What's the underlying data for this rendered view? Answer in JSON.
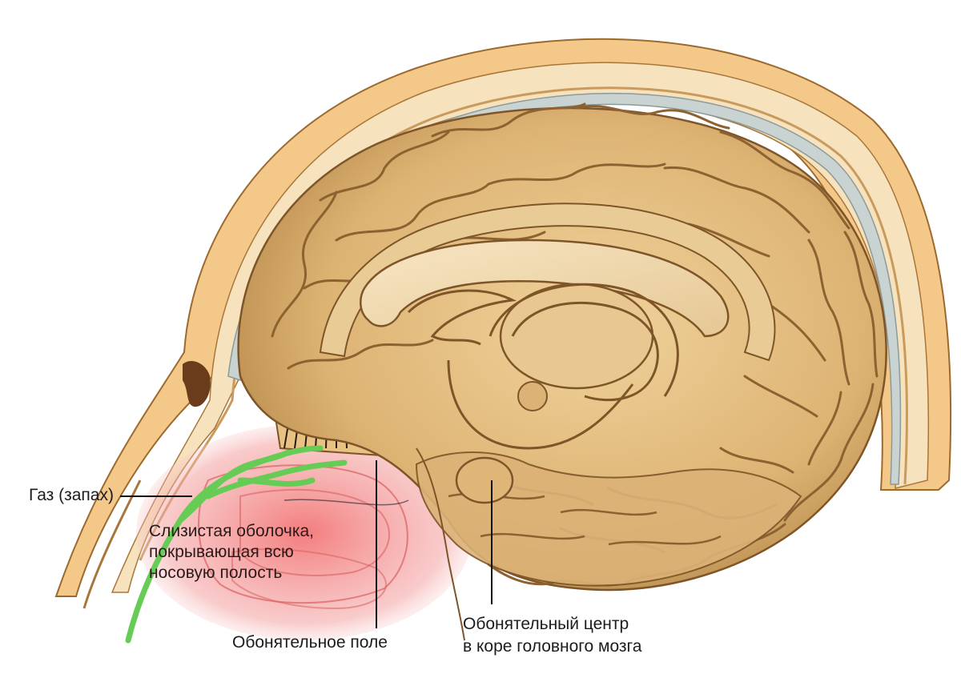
{
  "labels": {
    "gas": "Газ (запах)",
    "mucosa_line1": "Слизистая оболочка,",
    "mucosa_line2": "покрывающая всю",
    "mucosa_line3": "носовую полость",
    "olfactory_field": "Обонятельное поле",
    "olfactory_center_line1": "Обонятельный центр",
    "olfactory_center_line2": "в коре головного мозга"
  },
  "colors": {
    "skin": "#f3c889",
    "skull": "#f6e2bd",
    "meninges": "#c9d3d2",
    "brain": "#e2bd7f",
    "brain_shade": "#b5894c",
    "mucosa": "#f08a86",
    "nerve": "#66cc55"
  }
}
